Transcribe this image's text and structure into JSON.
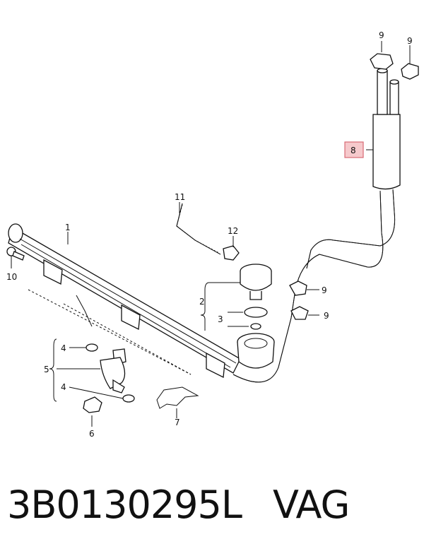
{
  "callouts": {
    "c1": "1",
    "c2": "2",
    "c3": "3",
    "c4a": "4",
    "c4b": "4",
    "c5": "5",
    "c6": "6",
    "c7": "7",
    "c8": "8",
    "c9a": "9",
    "c9b": "9",
    "c9c": "9",
    "c9d": "9",
    "c10": "10",
    "c11": "11",
    "c12": "12"
  },
  "highlight_color": "#f6c9cc",
  "part_number": "3B0130295L",
  "manufacturer": "VAG"
}
